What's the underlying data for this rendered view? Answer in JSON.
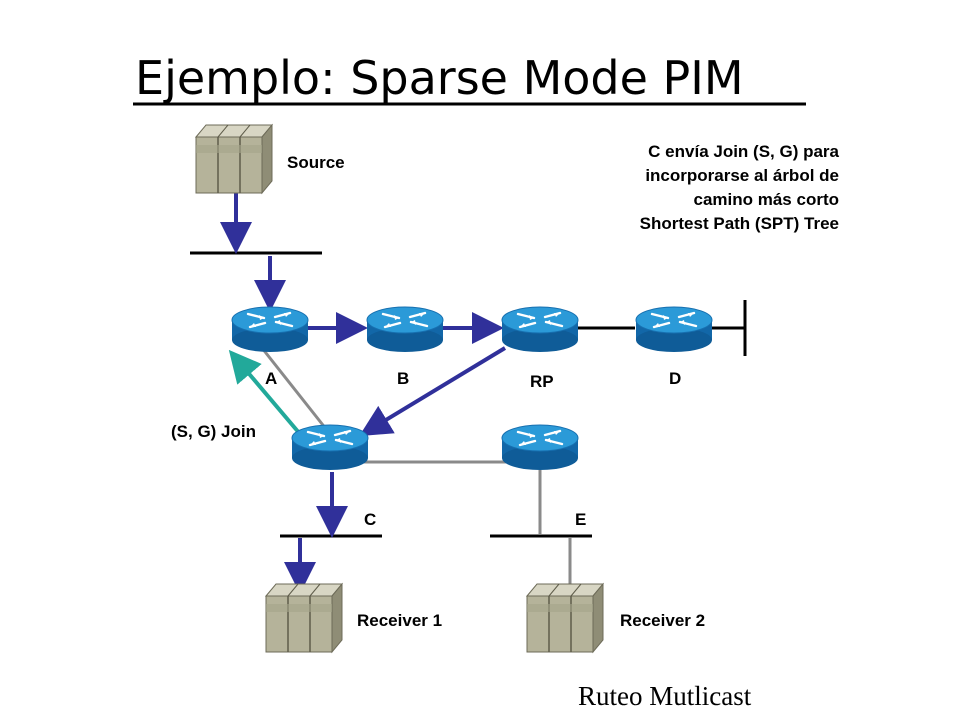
{
  "title": "Ejemplo: Sparse Mode PIM",
  "footer": "Ruteo Mutlicast",
  "hosts": {
    "source": "Source",
    "receiver1": "Receiver 1",
    "receiver2": "Receiver 2"
  },
  "routers": {
    "a": "A",
    "b": "B",
    "rp": "RP",
    "d": "D",
    "c": "C",
    "e": "E"
  },
  "join_label": "(S, G) Join",
  "note_lines": [
    "C envía Join (S, G) para",
    "incorporarse al árbol de",
    "camino más corto",
    "Shortest Path (SPT) Tree"
  ],
  "colors": {
    "flow_arrow": "#30309a",
    "join_arrow": "#22a99a",
    "router_fill": "#1c8ccf",
    "host_fill": "#b5b39a",
    "link_gray": "#8a8a8a"
  }
}
